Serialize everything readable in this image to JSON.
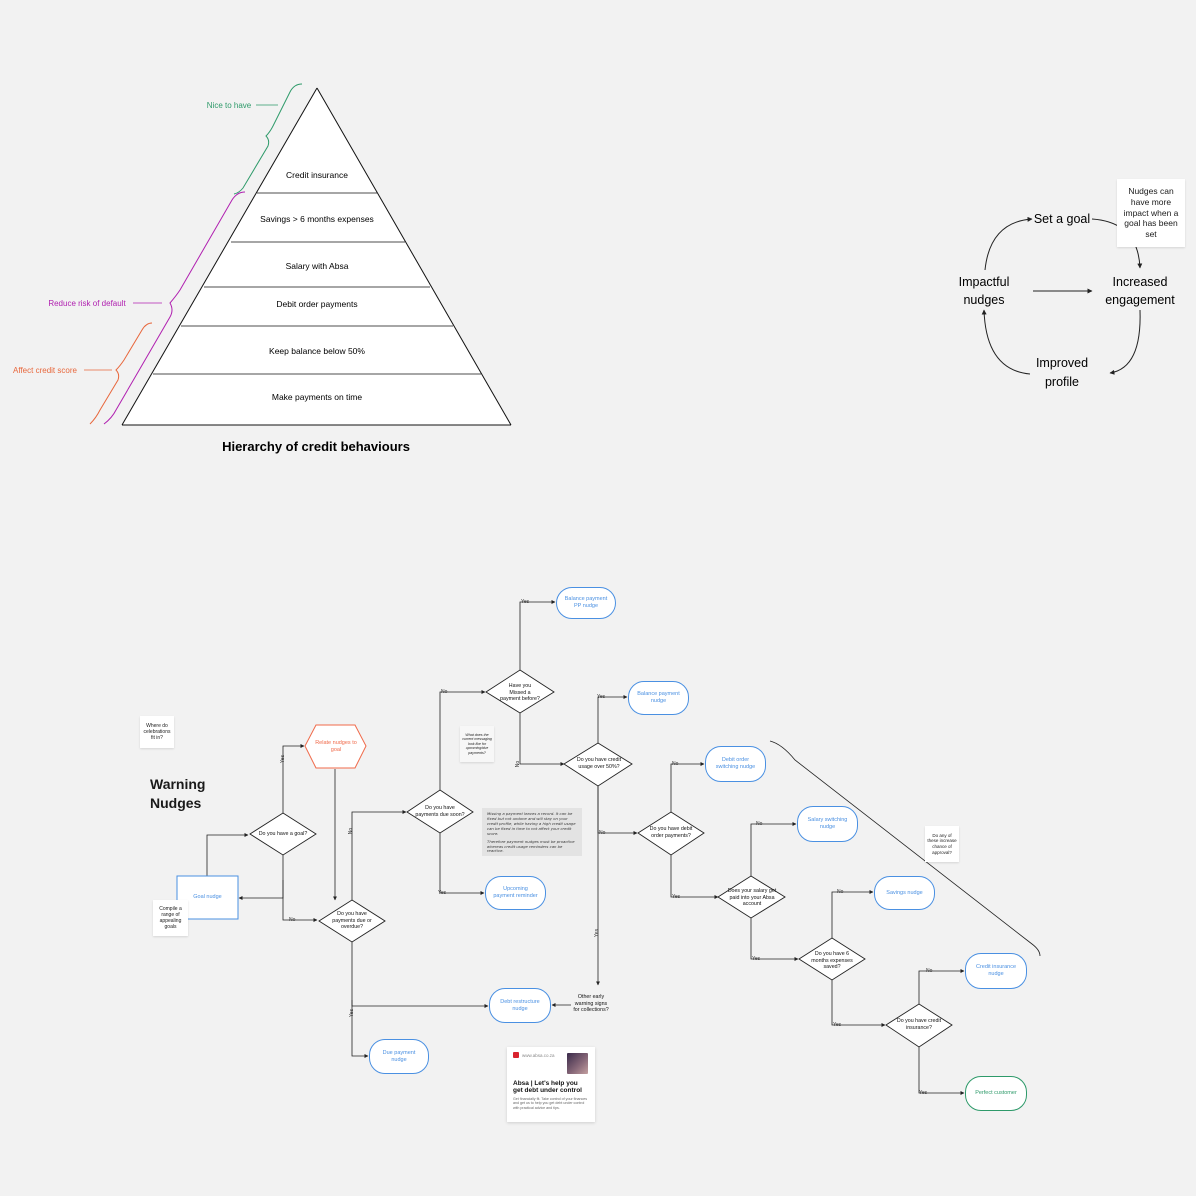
{
  "pyramid": {
    "title": "Hierarchy of credit behaviours",
    "levels": [
      "Credit insurance",
      "Savings > 6 months expenses",
      "Salary with Absa",
      "Debit order payments",
      "Keep balance below 50%",
      "Make payments on time"
    ],
    "brackets": {
      "nice": "Nice to have",
      "risk": "Reduce risk of default",
      "score": "Affect credit score"
    }
  },
  "cycle": {
    "set_goal": "Set a goal",
    "engagement": "Increased engagement",
    "profile": "Improved profile",
    "nudges": "Impactful nudges",
    "note": "Nudges can have more impact when a goal has been set"
  },
  "flow": {
    "heading": "Warning Nudges",
    "celebrations_note": "Where do celebrations fit in?",
    "messaging_note": "What does the current messaging look like for upcoming/due payments?",
    "missed_note_p1": "Missing a payment leaves a record. It can be fixed but not undone and will stay on your credit profile, while having a high credit usage can be fixed in time to not affect your credit score.",
    "missed_note_p2": "Therefore payment nudges must be proactive whereas credit usage reminders can be reactive.",
    "approval_note": "Do any of these increase chance of approval?",
    "compile_note": "Compile a range of appealing goals",
    "decisions": {
      "goal": "Do you have a goal?",
      "due_overdue": "Do you have payments due or overdue?",
      "due_soon": "Do you have payments due soon?",
      "missed": "Have you Missed a payment before?",
      "usage": "Do you have credit usage over 50%?",
      "debit": "Do you have debit order payments?",
      "salary": "Does your salary get paid into your Absa account",
      "months": "Do you have 6 months expenses saved?",
      "insurance": "Do you have credit insurance?",
      "warning": "Other early warning signs for collections?"
    },
    "outcomes": {
      "goal_nudge": "Goal nudge",
      "relate": "Relate nudges to goal",
      "balance_pp": "Balance payment PP nudge",
      "balance_payment": "Balance payment nudge",
      "debit_switching": "Debit order switching nudge",
      "salary_switching": "Salary switching nudge",
      "savings": "Savings nudge",
      "credit_insurance": "Credit insurance nudge",
      "perfect": "Perfect customer",
      "upcoming": "Upcoming payment reminder",
      "restructure": "Debt restructure nudge",
      "due_payment": "Due payment nudge"
    },
    "edges": {
      "yes": "Yes",
      "no": "No"
    },
    "link_card": {
      "domain": "www.absa.co.za",
      "title": "Absa | Let's help you get debt under control",
      "desc": "Get financially fit. Take control of your finances and get us to help you get debt under control with practical advice and tips."
    }
  },
  "colors": {
    "nice": "#2e9a6a",
    "risk": "#b020b0",
    "score": "#e8673c",
    "outcome": "#4a90e2",
    "relate": "#f06a4a",
    "perfect": "#2e9a6a",
    "absa": "#d9232e"
  }
}
